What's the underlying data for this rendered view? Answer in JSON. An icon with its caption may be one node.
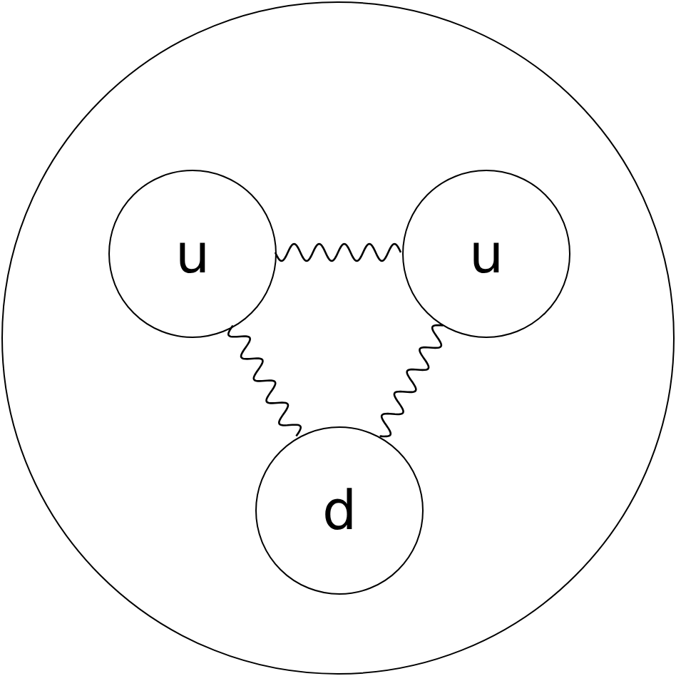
{
  "diagram": {
    "nodes": [
      {
        "text": [],
        "shape": "circle"
      },
      {
        "text": [
          "u"
        ],
        "in": 0
      },
      {
        "text": [
          "u"
        ],
        "in": 0
      },
      {
        "text": [
          "d"
        ],
        "in": 0
      }
    ],
    "edges": [
      {
        "from": 1,
        "to": 2,
        "arrow": "none"
      },
      {
        "from": 1,
        "to": 3,
        "arrow": "none"
      },
      {
        "from": 2,
        "to": 3,
        "arrow": "none"
      }
    ]
  }
}
